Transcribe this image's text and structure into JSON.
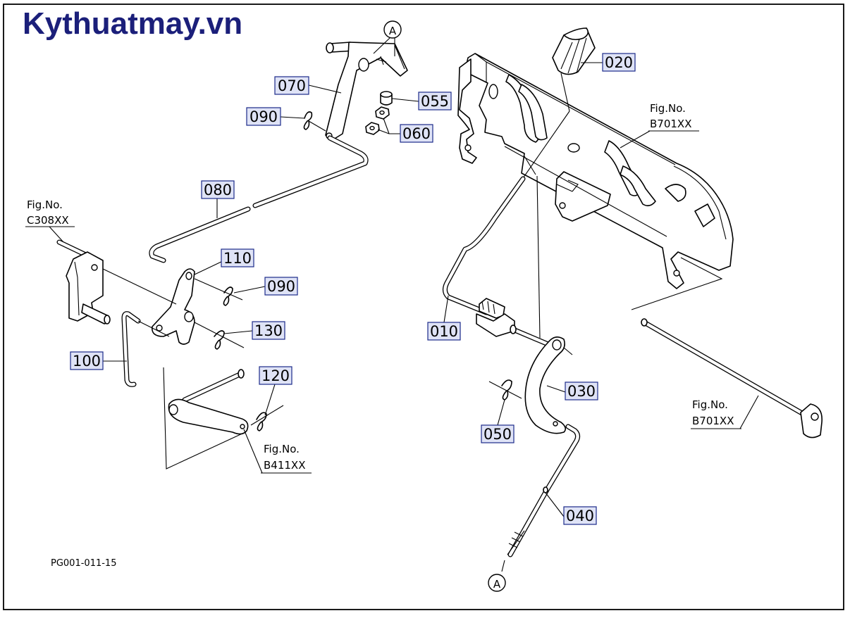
{
  "brand": {
    "text": "Kythuatmay.vn",
    "color": "#1b1f7a"
  },
  "diagram_code": "PG001-011-15",
  "ref_marker": "A",
  "part_tags": [
    {
      "id": "020",
      "label": "020"
    },
    {
      "id": "070",
      "label": "070"
    },
    {
      "id": "055",
      "label": "055"
    },
    {
      "id": "090a",
      "label": "090"
    },
    {
      "id": "060",
      "label": "060"
    },
    {
      "id": "080",
      "label": "080"
    },
    {
      "id": "110",
      "label": "110"
    },
    {
      "id": "090b",
      "label": "090"
    },
    {
      "id": "130",
      "label": "130"
    },
    {
      "id": "100",
      "label": "100"
    },
    {
      "id": "120",
      "label": "120"
    },
    {
      "id": "010",
      "label": "010"
    },
    {
      "id": "030",
      "label": "030"
    },
    {
      "id": "050",
      "label": "050"
    },
    {
      "id": "040",
      "label": "040"
    }
  ],
  "fig_refs": [
    {
      "id": "b701-top",
      "line1": "Fig.No.",
      "line2": "B701XX"
    },
    {
      "id": "c308",
      "line1": "Fig.No.",
      "line2": "C308XX"
    },
    {
      "id": "b411",
      "line1": "Fig.No.",
      "line2": "B411XX"
    },
    {
      "id": "b701-bottom",
      "line1": "Fig.No.",
      "line2": "B701XX"
    }
  ],
  "colors": {
    "tag_fill": "#dfe3f6",
    "tag_border": "#1b2a8a",
    "line": "#000000"
  }
}
